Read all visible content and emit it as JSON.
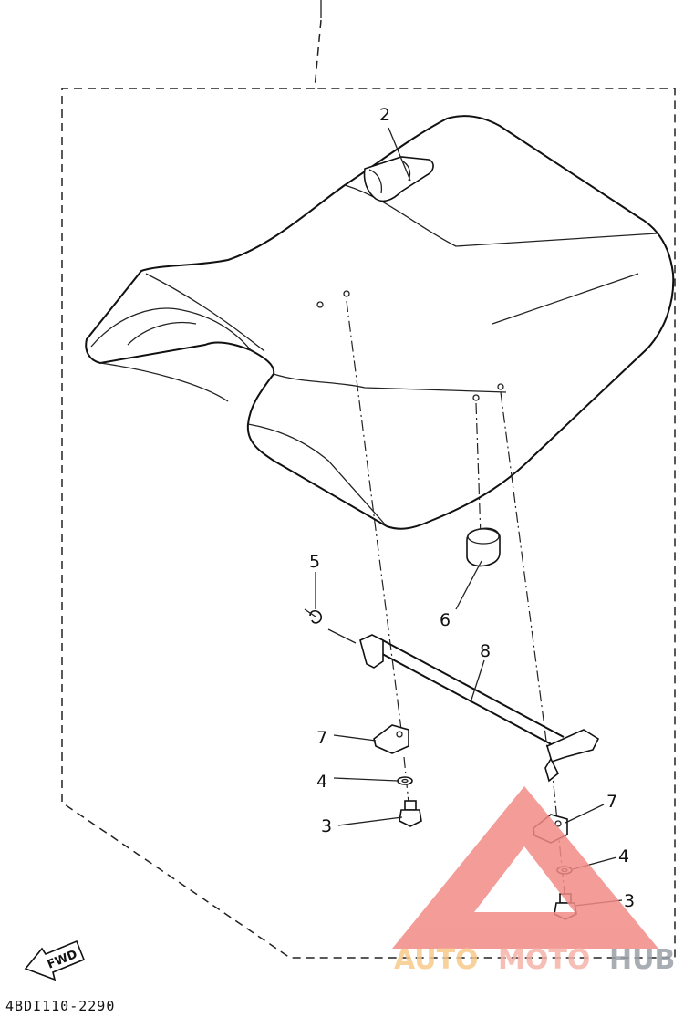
{
  "diagram": {
    "drawing_code": "4BDI110-2290",
    "fwd_label": "FWD",
    "callouts": {
      "c2": "2",
      "c3a": "3",
      "c3b": "3",
      "c4a": "4",
      "c4b": "4",
      "c5": "5",
      "c6": "6",
      "c7a": "7",
      "c7b": "7",
      "c8": "8"
    }
  },
  "watermark": {
    "part1": "AUTO",
    "part2": "MOTO",
    "part3": "HUB",
    "colors": {
      "auto": "#f7c98a",
      "moto": "#f5b3a8",
      "hub": "#9aa0a8",
      "triangle": "#f18b86"
    }
  }
}
